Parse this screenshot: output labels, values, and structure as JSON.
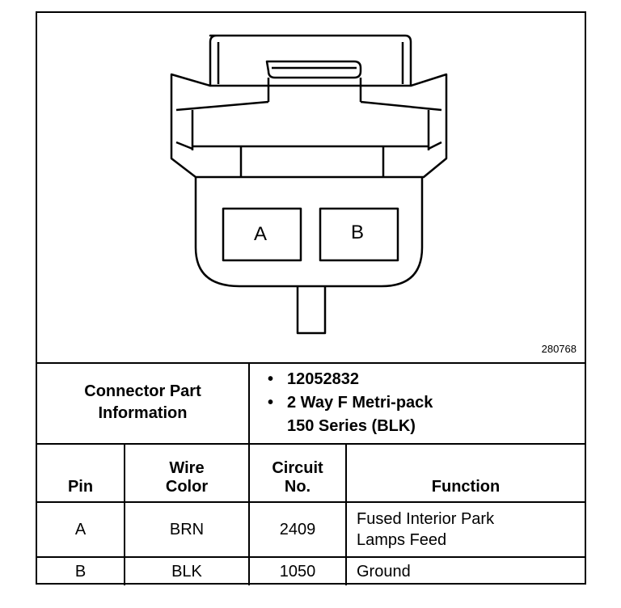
{
  "diagram": {
    "pin_labels": [
      "A",
      "B"
    ],
    "figure_number": "280768"
  },
  "connector_info": {
    "label_line1": "Connector Part",
    "label_line2": "Information",
    "part_number": "12052832",
    "description_line1": "2 Way F Metri-pack",
    "description_line2": "150 Series (BLK)",
    "bullet": "•"
  },
  "table": {
    "headers": {
      "pin": "Pin",
      "wire_color_line1": "Wire",
      "wire_color_line2": "Color",
      "circuit_line1": "Circuit",
      "circuit_line2": "No.",
      "function": "Function"
    },
    "rows": [
      {
        "pin": "A",
        "wire_color": "BRN",
        "circuit": "2409",
        "function_line1": "Fused Interior Park",
        "function_line2": "Lamps Feed"
      },
      {
        "pin": "B",
        "wire_color": "BLK",
        "circuit": "1050",
        "function_line1": "Ground",
        "function_line2": ""
      }
    ]
  }
}
